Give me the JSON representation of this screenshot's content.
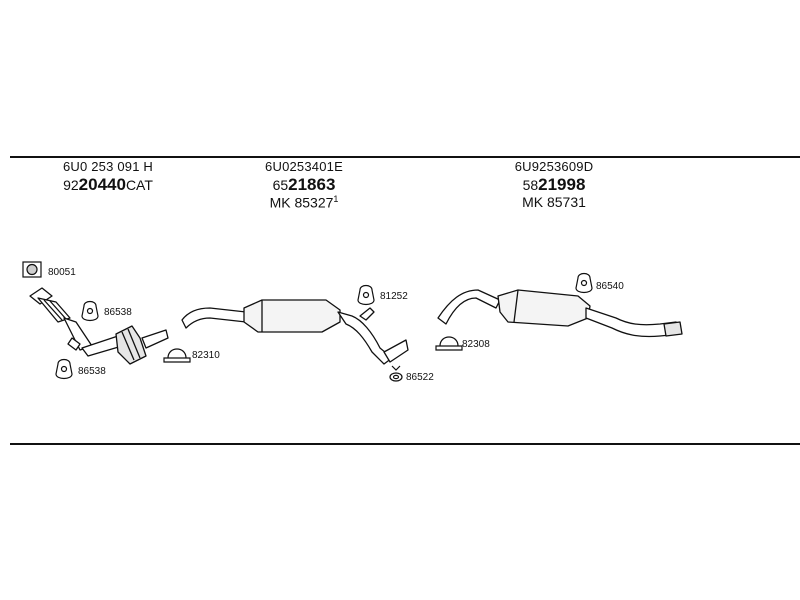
{
  "labels": [
    {
      "code": "6U0 253 091 H",
      "num_prefix": "92",
      "num_main": "20440",
      "num_suffix": "CAT",
      "mk": "",
      "mk_sup": ""
    },
    {
      "code": "6U0253401E",
      "num_prefix": "65",
      "num_main": "21863",
      "num_suffix": "",
      "mk": "MK  85327",
      "mk_sup": "1"
    },
    {
      "code": "6U9253609D",
      "num_prefix": "58",
      "num_main": "21998",
      "num_suffix": "",
      "mk": "MK  85731",
      "mk_sup": ""
    }
  ],
  "callouts": [
    {
      "id": "80051",
      "icon": "gasket-square-icon"
    },
    {
      "id": "86538",
      "icon": "rubber-hanger-icon"
    },
    {
      "id": "86538",
      "icon": "rubber-hanger-icon"
    },
    {
      "id": "82310",
      "icon": "u-clamp-icon"
    },
    {
      "id": "81252",
      "icon": "rubber-hanger-icon"
    },
    {
      "id": "86522",
      "icon": "hanger-ring-icon"
    },
    {
      "id": "82308",
      "icon": "u-clamp-icon"
    },
    {
      "id": "86540",
      "icon": "rubber-hanger-icon"
    }
  ],
  "colors": {
    "line": "#111111",
    "fill": "#ffffff",
    "shade": "#cfcfcf"
  }
}
